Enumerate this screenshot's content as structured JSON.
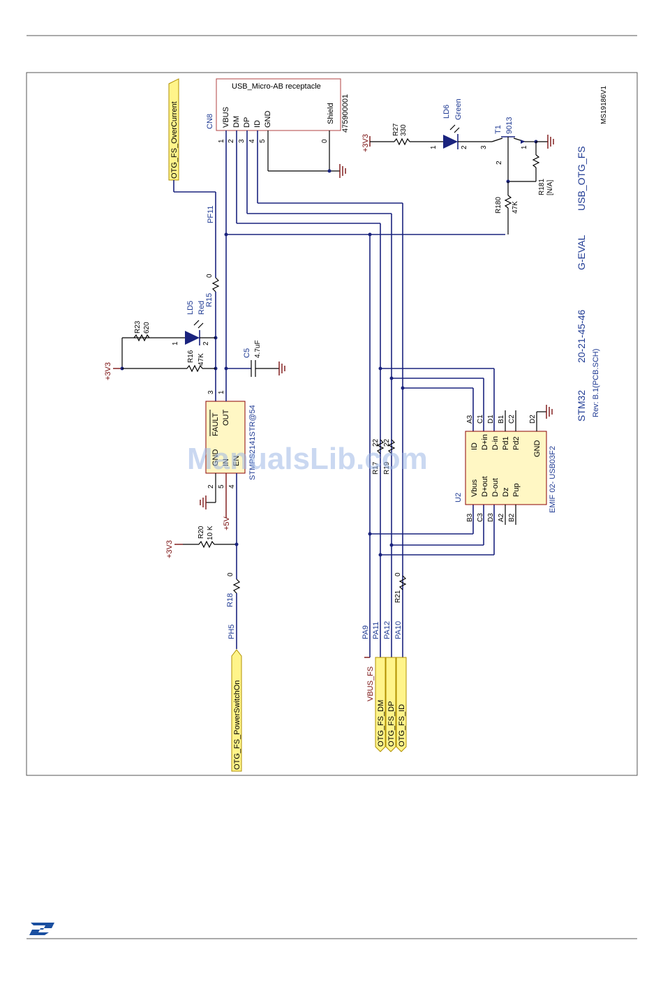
{
  "watermark": "ManualsLib.com",
  "doc_id": "MS19186V1",
  "title_block": {
    "module": "USB_OTG_FS",
    "board": "G-EVAL",
    "chip": "STM32",
    "date": "20-21-45-46",
    "rev": "Rev: B.1(PCB.SCH)"
  },
  "connector": {
    "ref": "CN8",
    "name": "USB_Micro-AB receptacle",
    "part": "475900001",
    "pins": [
      "VBUS",
      "DM",
      "DP",
      "ID",
      "GND",
      "Shield"
    ],
    "pin_numbers": [
      "1",
      "2",
      "3",
      "4",
      "5",
      "0"
    ]
  },
  "net_labels": {
    "over_current": "OTG_FS_OverCurrent",
    "power_switch": "OTG_FS_PowerSwitchOn",
    "vbus": "VBUS_FS",
    "dm": "OTG_FS_DM",
    "dp": "OTG_FS_DP",
    "id": "OTG_FS_ID"
  },
  "ports": {
    "pf11": "PF11",
    "ph5": "PH5",
    "pa9": "PA9",
    "pa11": "PA11",
    "pa12": "PA12",
    "pa10": "PA10"
  },
  "power": {
    "v33": "+3V3",
    "v5": "+5V"
  },
  "parts": {
    "r15": {
      "ref": "R15",
      "val": "0"
    },
    "r16": {
      "ref": "R16",
      "val": "47K"
    },
    "r23": {
      "ref": "R23",
      "val": "620"
    },
    "r20": {
      "ref": "R20",
      "val": "10 K"
    },
    "r18": {
      "ref": "R18",
      "val": "0"
    },
    "r17": {
      "ref": "R17",
      "val": "22"
    },
    "r19": {
      "ref": "R19",
      "val": "22"
    },
    "r21": {
      "ref": "R21",
      "val": "0"
    },
    "r27": {
      "ref": "R27",
      "val": "330"
    },
    "r180": {
      "ref": "R180",
      "val": "47K"
    },
    "r181": {
      "ref": "R181",
      "val": "[N/A]"
    },
    "c5": {
      "ref": "C5",
      "val": "4.7uF"
    },
    "ld5": {
      "ref": "LD5",
      "val": "Red"
    },
    "ld6": {
      "ref": "LD6",
      "val": "Green"
    },
    "t1": {
      "ref": "T1",
      "val": "9013"
    }
  },
  "u_switch": {
    "ref": "STMPS2141STR@54",
    "pins": {
      "fault": "FAULT",
      "out": "OUT",
      "gnd": "GND",
      "in": "IN",
      "en": "EN"
    },
    "nums": {
      "fault": "3",
      "out": "1",
      "gnd": "2",
      "in": "5",
      "en": "4"
    }
  },
  "u2": {
    "ref": "U2",
    "part": "EMIF 02- USB03F2",
    "left_pins": [
      "Vbus",
      "D+out",
      "D-out",
      "Dz",
      "Pup"
    ],
    "right_pins": [
      "ID",
      "D+in",
      "D-in",
      "Pd1",
      "Pd2"
    ],
    "gnd": "GND",
    "top_nums": [
      "A3",
      "C1",
      "D1",
      "B1",
      "C2"
    ],
    "bot_nums": [
      "B3",
      "C3",
      "D3",
      "A2",
      "B2"
    ],
    "gnd_num": "D2"
  },
  "pin_labels": {
    "p1": "1",
    "p2": "2",
    "p3": "3"
  }
}
